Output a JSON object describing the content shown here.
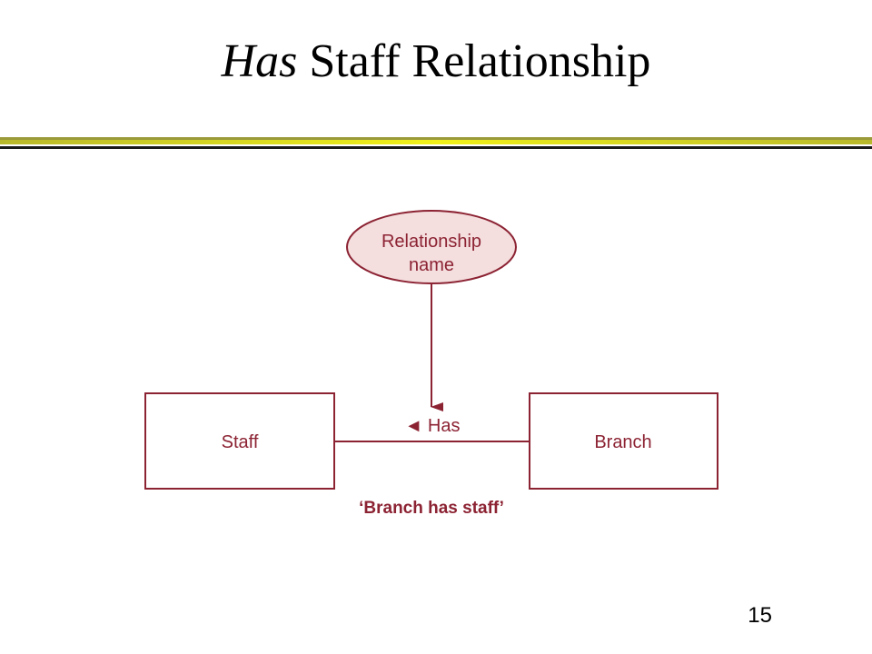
{
  "slide": {
    "title_em": "Has",
    "title_rest": " Staff Relationship",
    "page_number": "15"
  },
  "diagram": {
    "ellipse_line1": "Relationship",
    "ellipse_line2": "name",
    "relationship_label": "◄ Has",
    "entity_left": "Staff",
    "entity_right": "Branch",
    "caption": "‘Branch has staff’"
  },
  "colors": {
    "stroke": "#8c2333",
    "ellipse_fill": "#f4dede",
    "text": "#8c2333"
  }
}
